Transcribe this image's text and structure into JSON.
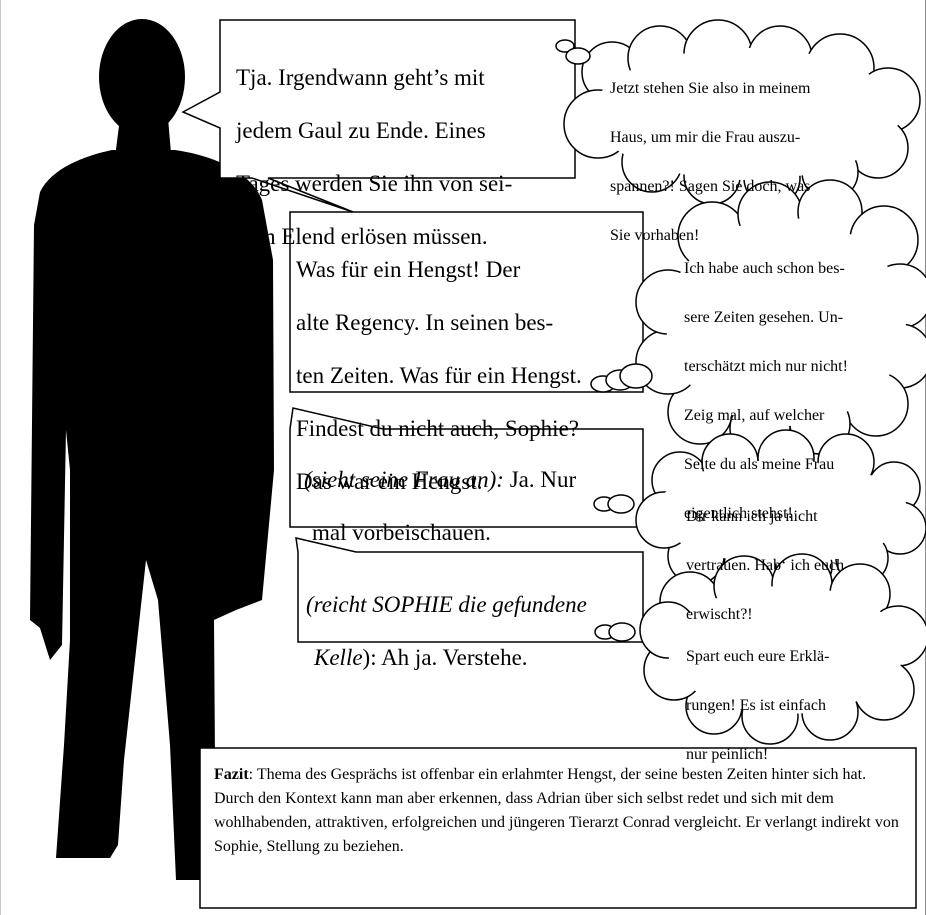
{
  "speech_bubbles": [
    {
      "lines": [
        "Tja. Irgendwann geht’s mit",
        "jedem Gaul zu Ende. Eines",
        "Tages werden Sie ihn von sei-",
        "nem Elend erlösen müssen."
      ]
    },
    {
      "lines": [
        "Was für ein Hengst! Der",
        "alte Regency. In seinen bes-",
        "ten Zeiten. Was für ein Hengst.",
        "Findest du nicht auch, Sophie?",
        "Das war ein Hengst."
      ]
    },
    {
      "stage_direction": "(sieht seine Frau an):",
      "line1_rest": " Ja. Nur",
      "line2": "mal vorbeischauen."
    },
    {
      "stage_direction_1": "(reicht SOPHIE die gefundene",
      "stage_direction_2": "Kelle",
      "line2_rest": "): Ah ja. Verstehe."
    }
  ],
  "thought_bubbles": [
    {
      "lines": [
        "Jetzt stehen Sie also in meinem",
        "Haus, um mir die Frau auszu-",
        "spannen?! Sagen Sie doch, was",
        "Sie vorhaben!"
      ]
    },
    {
      "lines": [
        "Ich habe auch schon bes-",
        "sere Zeiten gesehen. Un-",
        "terschätzt mich nur nicht!",
        "Zeig mal, auf welcher",
        "Seite du als meine Frau",
        "eigentlich stehst!"
      ]
    },
    {
      "lines": [
        "Dir kann ich ja nicht",
        "vertrauen. Hab‘ ich euch",
        "erwischt?!"
      ]
    },
    {
      "lines": [
        "Spart euch eure Erklä-",
        "rungen! Es ist einfach",
        "nur peinlich!"
      ]
    }
  ],
  "conclusion": {
    "label": "Fazit",
    "text": ": Thema des Gesprächs ist offenbar ein erlahmter Hengst, der seine besten Zeiten hinter sich hat. Durch den Kontext kann man aber erkennen, dass Adrian über sich selbst redet und sich mit dem wohlhabenden, attraktiven, erfolgreichen und jüngeren Tierarzt Conrad vergleicht. Er verlangt indirekt von Sophie, Stellung zu beziehen."
  }
}
